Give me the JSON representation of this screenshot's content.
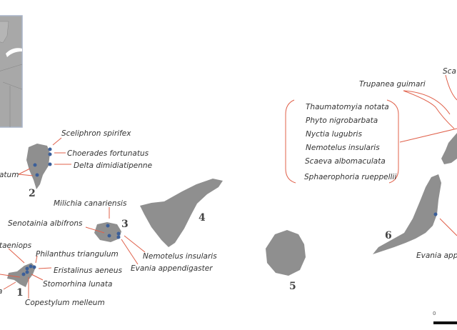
{
  "colors": {
    "island": "#8f8f8f",
    "arrow": "#e0604a",
    "sample_dot": "#3b5f9a",
    "inset_border": "#a9b4c8"
  },
  "islands": [
    {
      "number": "1"
    },
    {
      "number": "2"
    },
    {
      "number": "3"
    },
    {
      "number": "4"
    },
    {
      "number": "5"
    },
    {
      "number": "6"
    }
  ],
  "labels": {
    "island2": [
      "Sceliphron spirifex",
      "Choerades fortunatus",
      "Delta dimidiatipenne",
      "atum"
    ],
    "island3": [
      "Milichia canariensis",
      "Senotainia albifrons",
      "Nemotelus insularis",
      "Evania appendigaster"
    ],
    "island1": [
      "taeniops",
      "Philanthus triangulum",
      "Eristalinus aeneus",
      "Stomorhina lunata",
      "Copestylum melleum",
      "a"
    ],
    "east": [
      "Sca",
      "Trupanea guimari",
      "Evania app"
    ],
    "bracket_list": [
      "Thaumatomyia notata",
      "Phyto nigrobarbata",
      "Nyctia lugubris",
      "Nemotelus insularis",
      "Scaeva albomaculata",
      "Sphaerophoria rueppellii"
    ]
  },
  "scale_bar": {
    "start_label": "0"
  }
}
